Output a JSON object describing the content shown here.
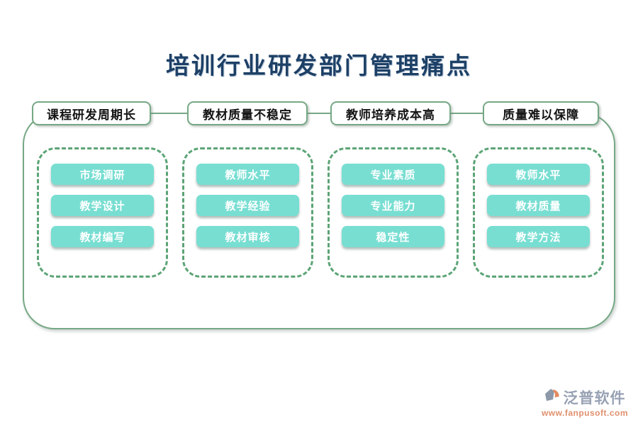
{
  "title": "培训行业研发部门管理痛点",
  "groups": [
    {
      "header": "课程研发周期长",
      "items": [
        "市场调研",
        "教学设计",
        "教材编写"
      ]
    },
    {
      "header": "教材质量不稳定",
      "items": [
        "教师水平",
        "教学经验",
        "教材审核"
      ]
    },
    {
      "header": "教师培养成本高",
      "items": [
        "专业素质",
        "专业能力",
        "稳定性"
      ]
    },
    {
      "header": "质量难以保障",
      "items": [
        "教师水平",
        "教材质量",
        "教学方法"
      ]
    }
  ],
  "footer": {
    "brand": "泛普软件",
    "url": "www.fanpusoft.com",
    "logo_icon": "fanpu-logo-icon"
  },
  "colors": {
    "title_navy": "#1d4066",
    "frame_green": "#76a885",
    "dash_green": "#5ca476",
    "item_teal": "#78ded2",
    "header_text": "#141414",
    "brand_grey": "#98a2b4",
    "url_orange": "#e0906e"
  }
}
